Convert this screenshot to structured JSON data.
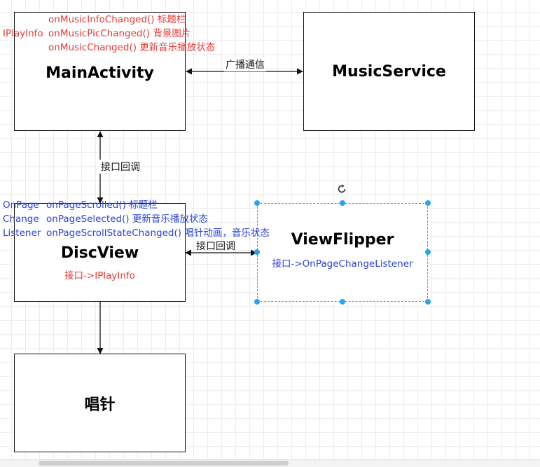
{
  "nodes": {
    "main_activity": {
      "title": "MainActivity"
    },
    "music_service": {
      "title": "MusicService"
    },
    "disc_view": {
      "title": "DiscView",
      "subtitle": "接口->IPlayInfo"
    },
    "view_flipper": {
      "title": "ViewFlipper",
      "subtitle": "接口->OnPageChangeListener"
    },
    "needle": {
      "title": "唱针"
    }
  },
  "edges": {
    "main_service_label": "广播通信",
    "main_disc_label": "接口回调",
    "disc_flipper_label": "接口回调"
  },
  "notes": {
    "iplayinfo": {
      "prefix": "IPlayInfo",
      "lines": [
        "onMusicInfoChanged() 标题栏",
        "onMusicPicChanged() 背景图片",
        "onMusicChanged() 更新音乐播放状态"
      ]
    },
    "onpagechange": {
      "prefixes": [
        "OnPage",
        "Change",
        "Listener"
      ],
      "lines": [
        "onPageScrolled()   标题栏",
        "onPageSelected()  更新音乐播放状态",
        "onPageScrollStateChanged() 唱针动画，音乐状态"
      ]
    }
  },
  "colors": {
    "red": "#e53935",
    "blue": "#2b44d6",
    "selection": "#29a3f0"
  }
}
